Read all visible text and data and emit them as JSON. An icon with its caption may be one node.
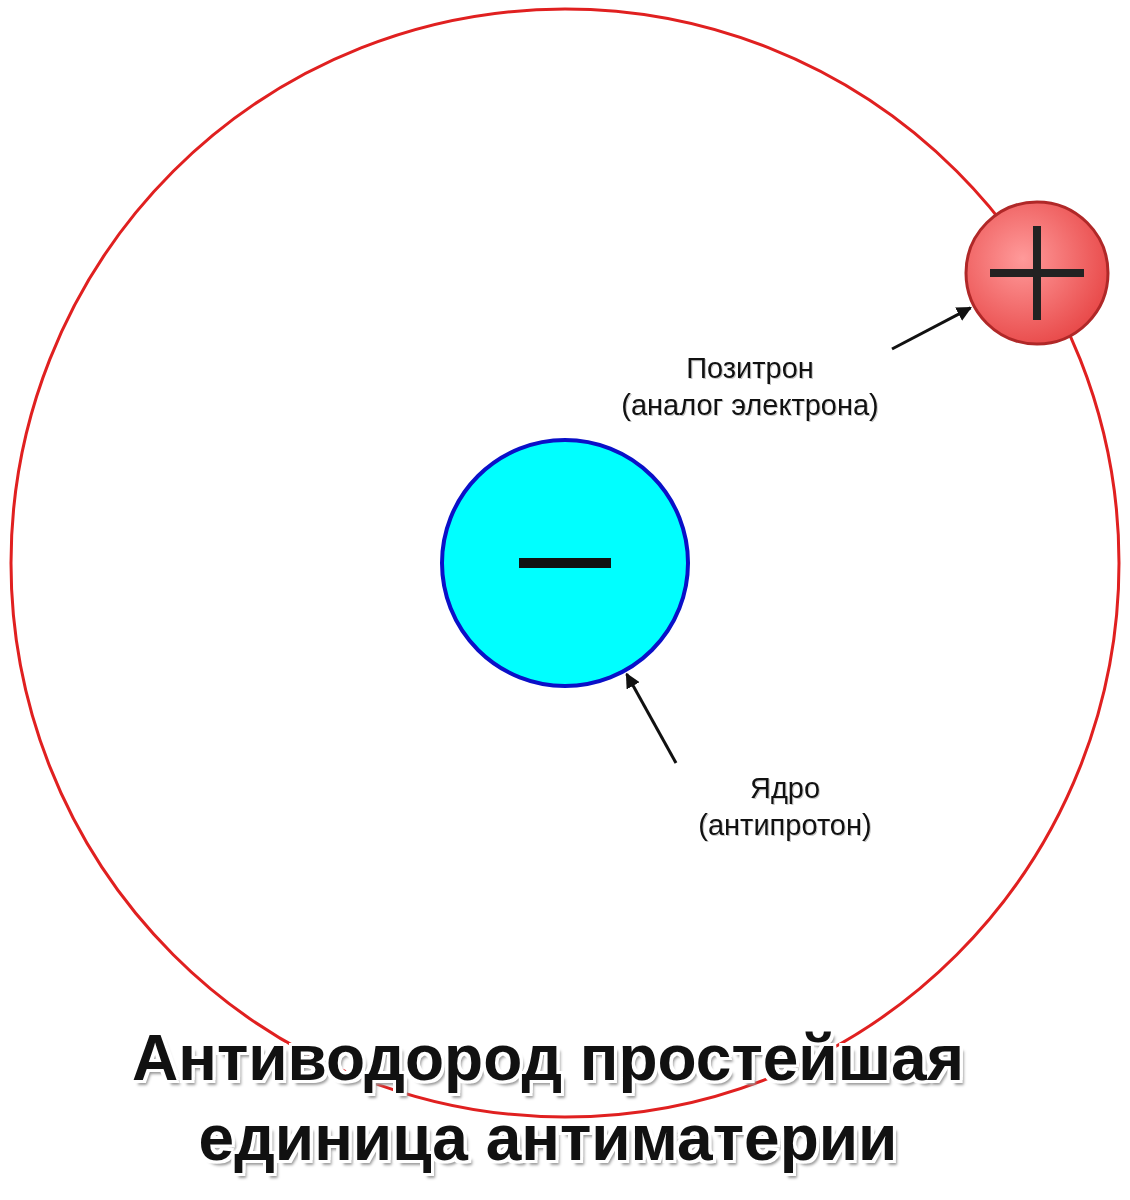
{
  "diagram": {
    "title": "Антиводород простейшая единица антиматерии",
    "nodes": [
      {
        "text": [
          "Позитрон (аналог электрона)"
        ]
      },
      {
        "text": [],
        "shape": "circle"
      },
      {
        "text": [],
        "shape": "circle"
      },
      {
        "text": [
          "Ядро (антипротон)"
        ]
      }
    ],
    "edges": [
      {
        "from": 0,
        "to": 1,
        "arrow": "to"
      },
      {
        "from": 3,
        "to": 2,
        "arrow": "to"
      }
    ]
  }
}
